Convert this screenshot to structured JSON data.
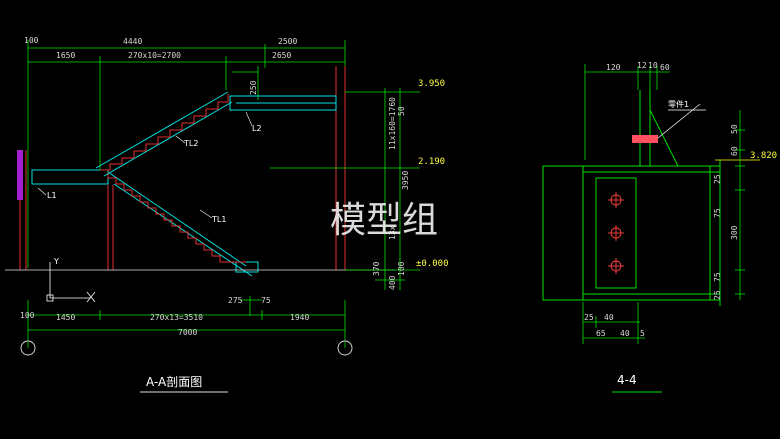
{
  "watermark": "模型组",
  "section_aa": {
    "title": "A-A剖面图",
    "top_dims": {
      "d100": "100",
      "d4440": "4440",
      "d2500": "2500",
      "d1650": "1650",
      "d270x10": "270x10=2700",
      "d2650": "2650",
      "d250": "250"
    },
    "bottom_dims": {
      "d100": "100",
      "d1450": "1450",
      "d270x13": "270x13=3510",
      "d1940": "1940",
      "d7000": "7000",
      "d275": "275",
      "d75": "75"
    },
    "elevations": {
      "e3950": "3.950",
      "e2190": "2.190",
      "e0000": "±0.000"
    },
    "right_dims": {
      "d11x160": "11x160=1760",
      "d3950": "3950",
      "d13x": "13x",
      "d400": "400",
      "d370": "370",
      "d100": "100",
      "d50": "50"
    },
    "member_labels": {
      "tl1": "TL1",
      "tl2": "TL2",
      "l1": "L1",
      "l2": "L2"
    },
    "axis_y": "Y",
    "colors": {
      "beam": "#00ffff",
      "dim": "#00ff00",
      "elev": "#ffff00",
      "column": "#c040ff",
      "stair": "#ff4040"
    }
  },
  "section_44": {
    "title": "4-4",
    "top_dims": {
      "d120": "120",
      "d12": "12",
      "d10": "10",
      "d60": "60"
    },
    "part_label": "零件1",
    "elevation": "3.820",
    "right_dims": {
      "d50": "50",
      "d60": "60",
      "d25a": "25",
      "d75a": "75",
      "d300": "300",
      "d75b": "75",
      "d25b": "25"
    },
    "bottom_dims": {
      "d25": "25",
      "d40a": "40",
      "d65": "65",
      "d40b": "40",
      "d5": "5"
    }
  }
}
